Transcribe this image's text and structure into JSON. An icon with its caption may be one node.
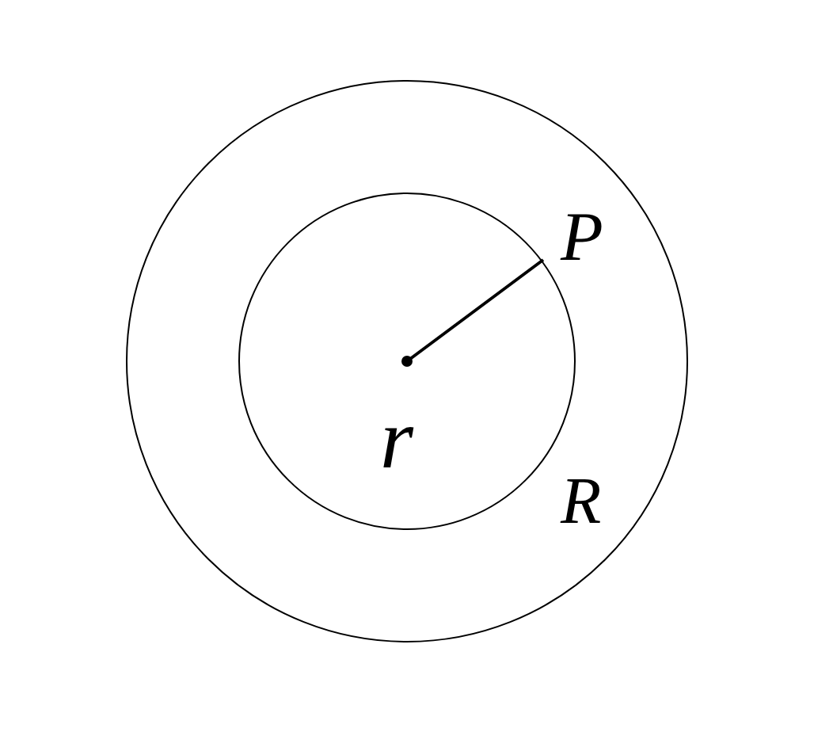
{
  "diagram": {
    "labels": [
      "P",
      "r",
      "R"
    ]
  }
}
